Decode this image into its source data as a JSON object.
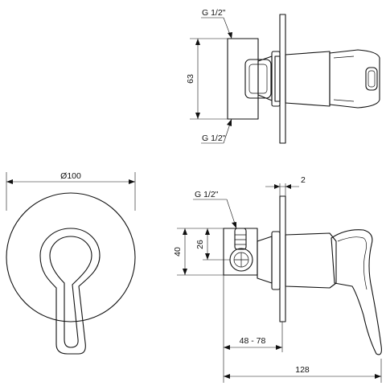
{
  "labels": {
    "top_thread_upper": "G 1/2\"",
    "top_thread_lower": "G 1/2\"",
    "height_63": "63",
    "diameter": "Ø100",
    "side_thread": "G 1/2\"",
    "thickness_2": "2",
    "height_40": "40",
    "height_26": "26",
    "depth_range": "48 - 78",
    "length_128": "128"
  }
}
